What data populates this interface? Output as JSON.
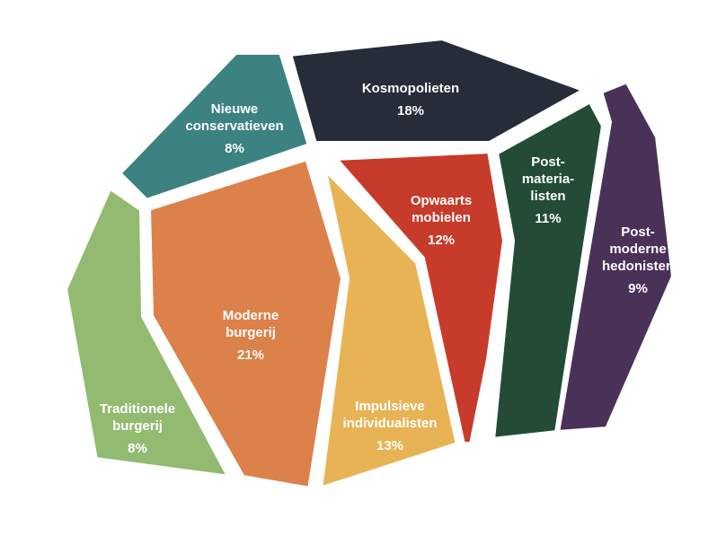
{
  "chart_data": {
    "type": "pie",
    "title": "",
    "segments": [
      {
        "name": "Kosmopolieten",
        "lines": [
          "Kosmopolieten"
        ],
        "value": 18,
        "label": "18%",
        "color": "#262c38"
      },
      {
        "name": "Nieuwe conservatieven",
        "lines": [
          "Nieuwe",
          "conservatieven"
        ],
        "value": 8,
        "label": "8%",
        "color": "#3b8281"
      },
      {
        "name": "Traditionele burgerij",
        "lines": [
          "Traditionele",
          "burgerij"
        ],
        "value": 8,
        "label": "8%",
        "color": "#93ba71"
      },
      {
        "name": "Moderne burgerij",
        "lines": [
          "Moderne",
          "burgerij"
        ],
        "value": 21,
        "label": "21%",
        "color": "#dc814a"
      },
      {
        "name": "Impulsieve individualisten",
        "lines": [
          "Impulsieve",
          "individualisten"
        ],
        "value": 13,
        "label": "13%",
        "color": "#e8b354"
      },
      {
        "name": "Opwaarts mobielen",
        "lines": [
          "Opwaarts",
          "mobielen"
        ],
        "value": 12,
        "label": "12%",
        "color": "#c73b2b"
      },
      {
        "name": "Post-materialisten",
        "lines": [
          "Post-",
          "materia-",
          "listen"
        ],
        "value": 11,
        "label": "11%",
        "color": "#234b36"
      },
      {
        "name": "Post-moderne hedonisten",
        "lines": [
          "Post-",
          "moderne",
          "hedonisten"
        ],
        "value": 9,
        "label": "9%",
        "color": "#4a3158"
      }
    ]
  }
}
